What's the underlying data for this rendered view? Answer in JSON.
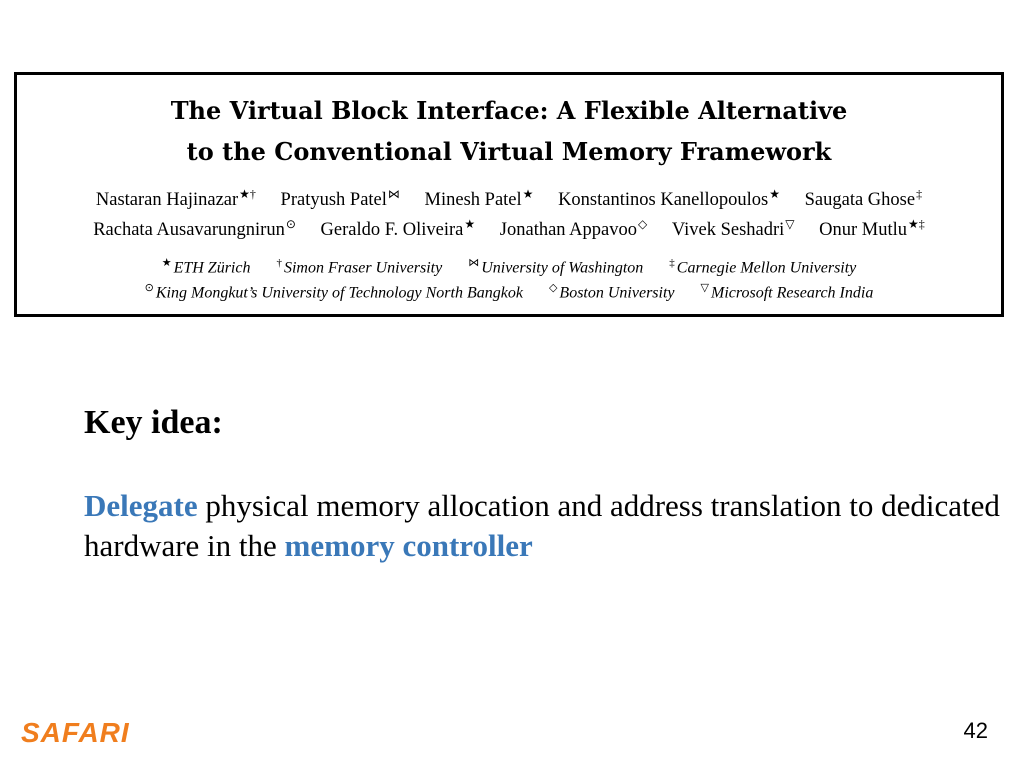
{
  "paper": {
    "title_line1": "The Virtual Block Interface: A Flexible Alternative",
    "title_line2": "to the Conventional Virtual Memory Framework",
    "authors_row1": [
      {
        "name": "Nastaran Hajinazar",
        "marks": "★†"
      },
      {
        "name": "Pratyush Patel",
        "marks": "⋈"
      },
      {
        "name": "Minesh Patel",
        "marks": "★"
      },
      {
        "name": "Konstantinos Kanellopoulos",
        "marks": "★"
      },
      {
        "name": "Saugata Ghose",
        "marks": "‡"
      }
    ],
    "authors_row2": [
      {
        "name": "Rachata Ausavarungnirun",
        "marks": "⊙"
      },
      {
        "name": "Geraldo F. Oliveira",
        "marks": "★"
      },
      {
        "name": "Jonathan Appavoo",
        "marks": "◇"
      },
      {
        "name": "Vivek Seshadri",
        "marks": "▽"
      },
      {
        "name": "Onur Mutlu",
        "marks": "★‡"
      }
    ],
    "affiliations_row1": [
      {
        "mark": "★",
        "name": "ETH Zürich"
      },
      {
        "mark": "†",
        "name": "Simon Fraser University"
      },
      {
        "mark": "⋈",
        "name": "University of Washington"
      },
      {
        "mark": "‡",
        "name": "Carnegie Mellon University"
      }
    ],
    "affiliations_row2": [
      {
        "mark": "⊙",
        "name": "King Mongkut’s University of Technology North Bangkok"
      },
      {
        "mark": "◇",
        "name": "Boston University"
      },
      {
        "mark": "▽",
        "name": "Microsoft Research India"
      }
    ]
  },
  "key_idea": {
    "heading": "Key idea:",
    "highlight1": "Delegate",
    "text1": " physical memory allocation and address translation to dedicated hardware in the ",
    "highlight2": "memory controller"
  },
  "footer": {
    "logo_text": "SAFARI",
    "page_number": "42"
  },
  "colors": {
    "highlight": "#3a78b8",
    "logo": "#f07e1e"
  }
}
